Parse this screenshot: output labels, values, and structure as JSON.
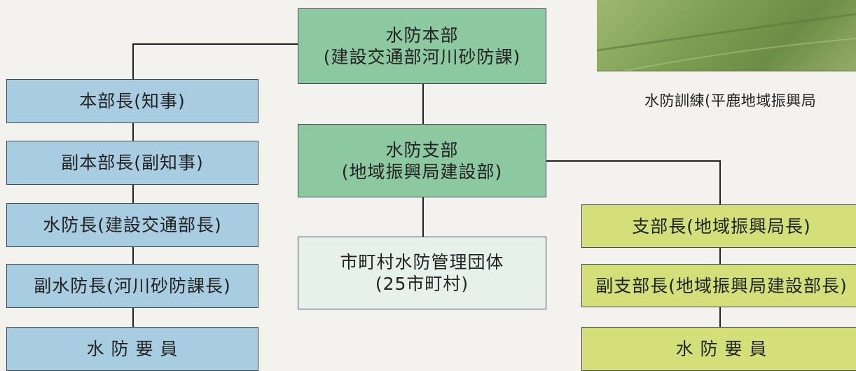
{
  "hq": {
    "line1": "水防本部",
    "line2": "(建設交通部河川砂防課)"
  },
  "branch": {
    "line1": "水防支部",
    "line2": "(地域振興局建設部)"
  },
  "municipal": {
    "line1": "市町村水防管理団体",
    "line2": "(25市町村)"
  },
  "left_column": [
    {
      "label": "本部長(知事)"
    },
    {
      "label": "副本部長(副知事)"
    },
    {
      "label": "水防長(建設交通部長)"
    },
    {
      "label": "副水防長(河川砂防課長)"
    },
    {
      "label": "水 防 要 員"
    }
  ],
  "right_column": [
    {
      "label": "支部長(地域振興局長)"
    },
    {
      "label": "副支部長(地域振興局建設部長)"
    },
    {
      "label": "水 防 要 員"
    }
  ],
  "photo": {
    "caption": "水防訓練(平鹿地域振興局"
  },
  "colors": {
    "hq_branch": "#8cc9a0",
    "left_column": "#a9cde0",
    "municipal": "#e7f1ec",
    "right_column": "#d3e07a"
  }
}
